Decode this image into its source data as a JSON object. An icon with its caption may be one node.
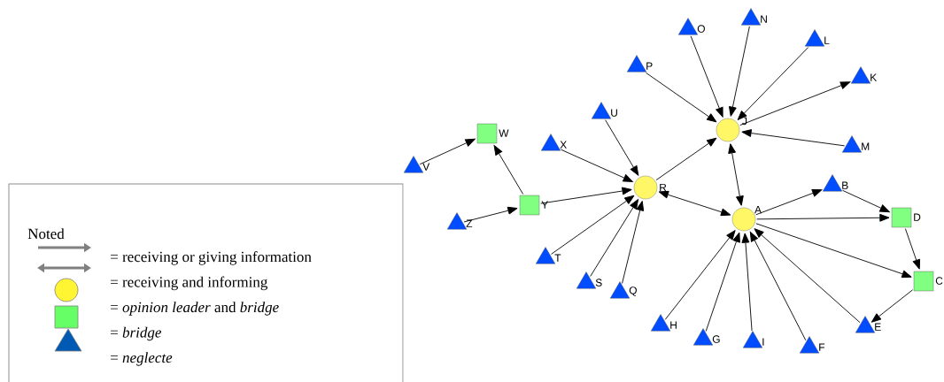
{
  "diagram": {
    "nodes": [
      {
        "text": [
          "J"
        ]
      },
      {
        "text": [
          "O"
        ]
      },
      {
        "text": [
          "N"
        ]
      },
      {
        "text": [
          "L"
        ]
      },
      {
        "text": [
          "K"
        ]
      },
      {
        "text": [
          "P"
        ]
      },
      {
        "text": [
          "M"
        ]
      },
      {
        "text": [
          "U"
        ]
      },
      {
        "text": [
          "X"
        ]
      },
      {
        "text": [
          "R"
        ]
      },
      {
        "text": [
          "W"
        ]
      },
      {
        "text": [
          "V"
        ]
      },
      {
        "text": [
          "Y"
        ]
      },
      {
        "text": [
          "Z"
        ]
      },
      {
        "text": [
          "T"
        ]
      },
      {
        "text": [
          "S"
        ]
      },
      {
        "text": [
          "Q"
        ]
      },
      {
        "text": [
          "A"
        ]
      },
      {
        "text": [
          "B"
        ]
      },
      {
        "text": [
          "D"
        ]
      },
      {
        "text": [
          "C"
        ]
      },
      {
        "text": [
          "E"
        ]
      },
      {
        "text": [
          "F"
        ]
      },
      {
        "text": [
          "I"
        ]
      },
      {
        "text": [
          "G"
        ]
      },
      {
        "text": [
          "H"
        ]
      }
    ],
    "edges": [
      {
        "from": 1,
        "to": 0,
        "arrow": "to"
      },
      {
        "from": 2,
        "to": 0,
        "arrow": "to"
      },
      {
        "from": 5,
        "to": 0,
        "arrow": "to"
      },
      {
        "from": 3,
        "to": 0,
        "arrow": "to"
      },
      {
        "from": 0,
        "to": 4,
        "arrow": "to"
      },
      {
        "from": 6,
        "to": 0,
        "arrow": "to"
      },
      {
        "from": 9,
        "to": 0,
        "arrow": "to"
      },
      {
        "from": 17,
        "to": 0,
        "arrow": "both"
      },
      {
        "from": 7,
        "to": 9,
        "arrow": "to"
      },
      {
        "from": 8,
        "to": 9,
        "arrow": "to"
      },
      {
        "from": 12,
        "to": 9,
        "arrow": "to"
      },
      {
        "from": 14,
        "to": 9,
        "arrow": "to"
      },
      {
        "from": 15,
        "to": 9,
        "arrow": "to"
      },
      {
        "from": 16,
        "to": 9,
        "arrow": "to"
      },
      {
        "from": 9,
        "to": 17,
        "arrow": "both"
      },
      {
        "from": 11,
        "to": 10,
        "arrow": "to"
      },
      {
        "from": 12,
        "to": 10,
        "arrow": "to"
      },
      {
        "from": 13,
        "to": 12,
        "arrow": "to"
      },
      {
        "from": 17,
        "to": 18,
        "arrow": "to"
      },
      {
        "from": 18,
        "to": 19,
        "arrow": "to"
      },
      {
        "from": 17,
        "to": 19,
        "arrow": "to"
      },
      {
        "from": 17,
        "to": 20,
        "arrow": "to"
      },
      {
        "from": 19,
        "to": 20,
        "arrow": "to"
      },
      {
        "from": 20,
        "to": 21,
        "arrow": "to"
      },
      {
        "from": 25,
        "to": 17,
        "arrow": "to"
      },
      {
        "from": 24,
        "to": 17,
        "arrow": "to"
      },
      {
        "from": 23,
        "to": 17,
        "arrow": "to"
      },
      {
        "from": 22,
        "to": 17,
        "arrow": "to"
      },
      {
        "from": 21,
        "to": 17,
        "arrow": "to"
      }
    ],
    "labels": [
      "Noted"
    ],
    "legend": [
      {
        "text": "= receiving or giving information"
      },
      {
        "text": "= receiving and informing"
      },
      {
        "text": "= *opinion leader* and *bridge*"
      },
      {
        "text": "= *bridge*"
      },
      {
        "text": "= *neglecte*"
      }
    ]
  }
}
